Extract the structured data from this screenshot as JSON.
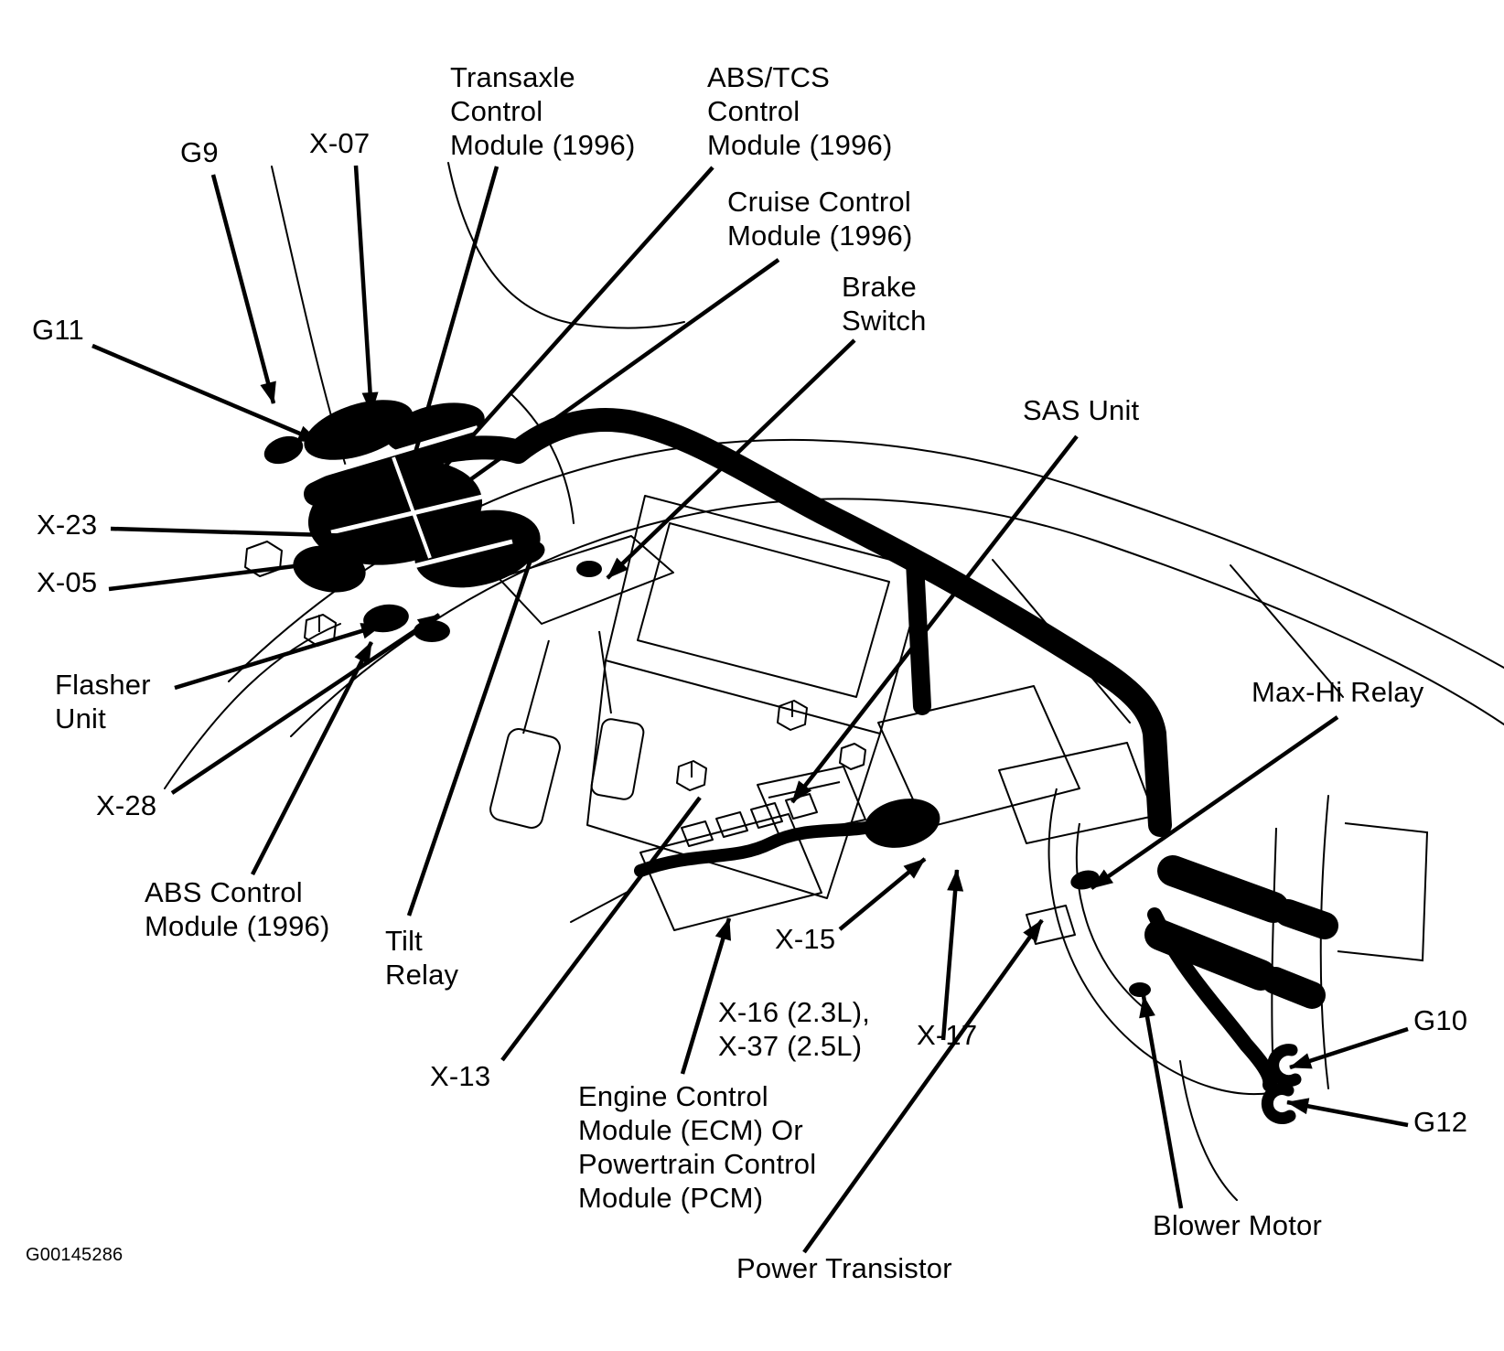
{
  "title_note": "Vehicle dashboard component location diagram",
  "figure_code": "G00145286",
  "colors": {
    "ink": "#000000",
    "paper": "#ffffff"
  },
  "labels": {
    "g9": {
      "text": "G9"
    },
    "x07": {
      "text": "X-07"
    },
    "transaxle_module": {
      "lines": [
        "Transaxle",
        "Control",
        "Module (1996)"
      ]
    },
    "abs_tcs_module": {
      "lines": [
        "ABS/TCS",
        "Control",
        "Module (1996)"
      ]
    },
    "cruise_module": {
      "lines": [
        "Cruise Control",
        "Module (1996)"
      ]
    },
    "brake_switch": {
      "lines": [
        "Brake",
        "Switch"
      ]
    },
    "g11": {
      "text": "G11"
    },
    "x23": {
      "text": "X-23"
    },
    "x05": {
      "text": "X-05"
    },
    "flasher_unit": {
      "lines": [
        "Flasher",
        "Unit"
      ]
    },
    "x28": {
      "text": "X-28"
    },
    "abs_control_module": {
      "lines": [
        "ABS Control",
        "Module (1996)"
      ]
    },
    "tilt_relay": {
      "lines": [
        "Tilt",
        "Relay"
      ]
    },
    "x13": {
      "text": "X-13"
    },
    "sas_unit": {
      "text": "SAS Unit"
    },
    "max_hi_relay": {
      "text": "Max-Hi Relay"
    },
    "x15": {
      "text": "X-15"
    },
    "x16_x37": {
      "lines": [
        "X-16 (2.3L),",
        "X-37 (2.5L)"
      ]
    },
    "x17": {
      "text": "X-17"
    },
    "ecm_pcm": {
      "lines": [
        "Engine Control",
        "Module (ECM) Or",
        "Powertrain Control",
        "Module (PCM)"
      ]
    },
    "power_transistor": {
      "text": "Power Transistor"
    },
    "blower_motor": {
      "text": "Blower Motor"
    },
    "g10": {
      "text": "G10"
    },
    "g12": {
      "text": "G12"
    }
  }
}
